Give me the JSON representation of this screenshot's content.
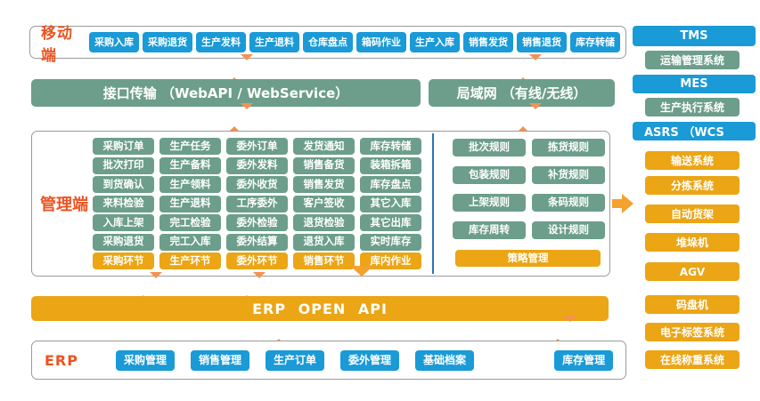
{
  "colors": {
    "button_blue": "#1A9AD7",
    "node_green": "#6C9E8B",
    "gold": "#EBA515",
    "accent_red": "#ED5321",
    "arrow_orange": "#F49153",
    "arrow_gold": "#F2A22D",
    "divider_blue": "#2E74B5",
    "border_grey": "#9B9B9B"
  },
  "mobile": {
    "label": "移动端",
    "buttons": [
      "采购入库",
      "采购退货",
      "生产发料",
      "生产退料",
      "仓库盘点",
      "箱码作业",
      "生产入库",
      "销售发货",
      "销售退货",
      "库存转储"
    ]
  },
  "bars": {
    "interface": "接口传输 （WebAPI / WebService）",
    "lan": "局域网 （有线/无线）"
  },
  "mgmt": {
    "label": "管理端",
    "columns": [
      {
        "items": [
          "采购订单",
          "批次打印",
          "到货确认",
          "来料检验",
          "入库上架",
          "采购退货"
        ],
        "footer": "采购环节"
      },
      {
        "items": [
          "生产任务",
          "生产备料",
          "生产领料",
          "生产退料",
          "完工检验",
          "完工入库"
        ],
        "footer": "生产环节"
      },
      {
        "items": [
          "委外订单",
          "委外发料",
          "委外收货",
          "工序委外",
          "委外检验",
          "委外结算"
        ],
        "footer": "委外环节"
      },
      {
        "items": [
          "发货通知",
          "销售备货",
          "销售发货",
          "客户签收",
          "退货检验",
          "退货入库"
        ],
        "footer": "销售环节"
      },
      {
        "items": [
          "库存转储",
          "装箱拆箱",
          "库存盘点",
          "其它入库",
          "其它出库",
          "实时库存"
        ],
        "footer": "库内作业"
      }
    ],
    "rules": {
      "items": [
        "批次规则",
        "拣货规则",
        "包装规则",
        "补货规则",
        "上架规则",
        "条码规则",
        "库存周转",
        "设计规则"
      ],
      "footer": "策略管理"
    }
  },
  "erp_api": {
    "label": "ERP OPEN API"
  },
  "erp": {
    "label": "ERP",
    "buttons": [
      "采购管理",
      "销售管理",
      "生产订单",
      "委外管理",
      "基础档案",
      "库存管理"
    ]
  },
  "right_column": {
    "items": [
      {
        "label": "TMS"
      },
      {
        "label": "运输管理系统"
      },
      {
        "label": "MES"
      },
      {
        "label": "生产执行系统"
      },
      {
        "label": "ASRS （WCS"
      },
      {
        "label": "输送系统"
      },
      {
        "label": "分拣系统"
      },
      {
        "label": "自动货架"
      },
      {
        "label": "堆垛机"
      },
      {
        "label": "AGV"
      },
      {
        "label": "码盘机"
      },
      {
        "label": "电子标签系统"
      },
      {
        "label": "在线称重系统"
      }
    ]
  }
}
